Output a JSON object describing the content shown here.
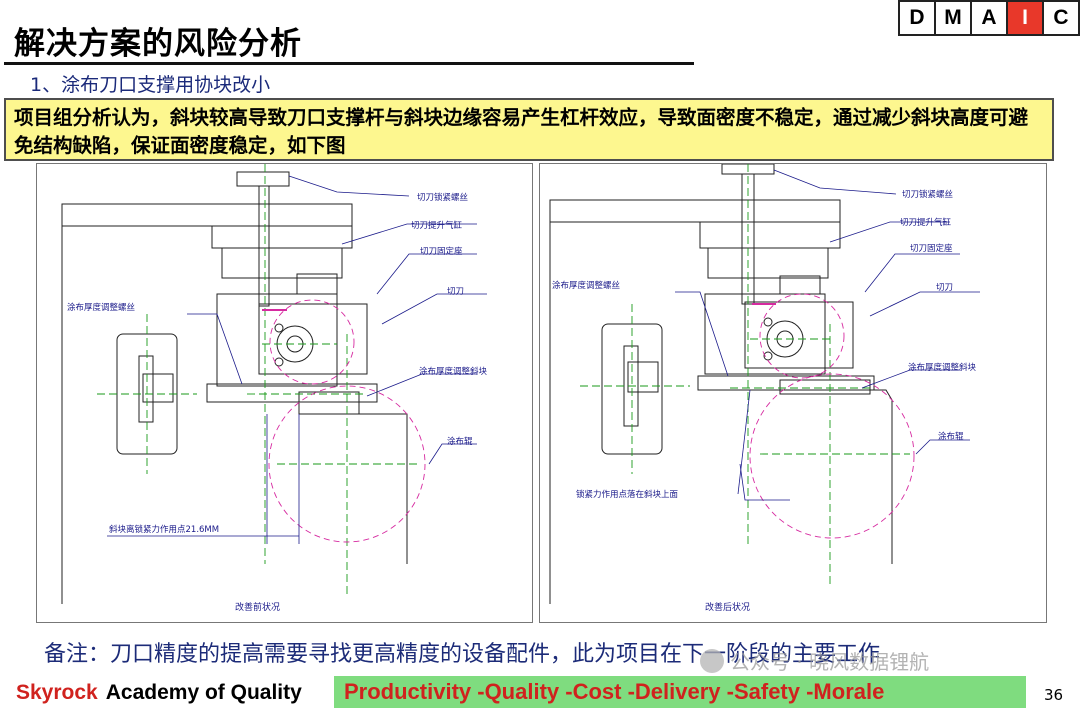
{
  "header": {
    "title": "解决方案的风险分析",
    "dmaic": [
      "D",
      "M",
      "A",
      "I",
      "C"
    ],
    "active_step": "I"
  },
  "subtitle": "1、涂布刀口支撑用协块改小",
  "note": "项目组分析认为，斜块较高导致刀口支撑杆与斜块边缘容易产生杠杆效应，导致面密度不稳定，通过减少斜块高度可避免结构缺陷，保证面密度稳定，如下图",
  "panels": [
    {
      "labels": {
        "lock_screw": "切刀锁紧螺丝",
        "lift_cylinder": "切刀提升气缸",
        "fixed_seat": "切刀固定座",
        "knife": "切刀",
        "thickness_screw": "涂布厚度调整螺丝",
        "thickness_block": "涂布厚度调整斜块",
        "roller": "涂布辊",
        "dimension": "斜块离锁紧力作用点21.6MM"
      },
      "caption": "改善前状况"
    },
    {
      "labels": {
        "lock_screw": "切刀锁紧螺丝",
        "lift_cylinder": "切刀提升气缸",
        "fixed_seat": "切刀固定座",
        "knife": "切刀",
        "thickness_screw": "涂布厚度调整螺丝",
        "thickness_block": "涂布厚度调整斜块",
        "roller": "涂布辊",
        "force_point": "锁紧力作用点落在斜块上面"
      },
      "caption": "改善后状况"
    }
  ],
  "remark": "备注：刀口精度的提高需要寻找更高精度的设备配件，此为项目在下一阶段的主要工作",
  "watermark": "公众号 · 晓风数据锂航",
  "footer": {
    "brand": "Skyrock",
    "academy": "Academy of Quality",
    "values": "Productivity  -Quality  -Cost   -Delivery  -Safety  -Morale",
    "page": "36"
  },
  "colors": {
    "accent_red": "#e8382a",
    "footer_green": "#7fdc7f",
    "note_yellow": "#fdf78f",
    "text_navy": "#1c2b78"
  }
}
